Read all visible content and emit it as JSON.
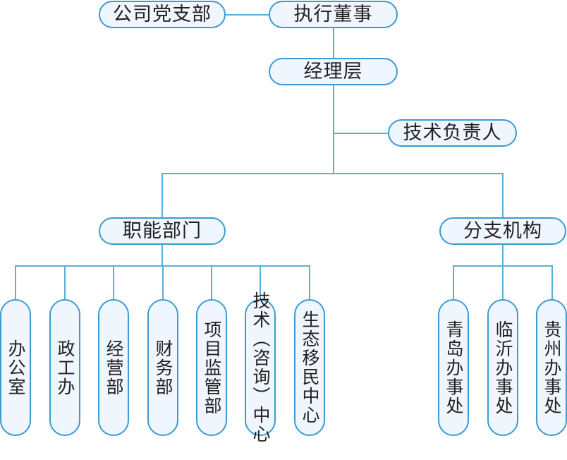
{
  "chart": {
    "type": "org-chart",
    "title": "",
    "accent_color": "#3c9bd2",
    "line_color": "#5aafd6",
    "node_fill": "#eff6fd",
    "text_color": "#231f20"
  },
  "nodes": {
    "party_branch": {
      "label": "公司党支部"
    },
    "executive_director": {
      "label": "执行董事"
    },
    "manager_level": {
      "label": "经理层"
    },
    "technical_director": {
      "label": "技术负责人"
    },
    "functional_departments": {
      "label": "职能部门"
    },
    "branch_offices": {
      "label": "分支机构"
    }
  },
  "functional_departments": [
    {
      "label": "办公室"
    },
    {
      "label": "政工办"
    },
    {
      "label": "经营部"
    },
    {
      "label": "财务部"
    },
    {
      "label": "项目监管部"
    },
    {
      "label": "技术（咨询）中心"
    },
    {
      "label": "生态移民中心"
    }
  ],
  "branch_offices": [
    {
      "label": "青岛办事处"
    },
    {
      "label": "临沂办事处"
    },
    {
      "label": "贵州办事处"
    }
  ]
}
